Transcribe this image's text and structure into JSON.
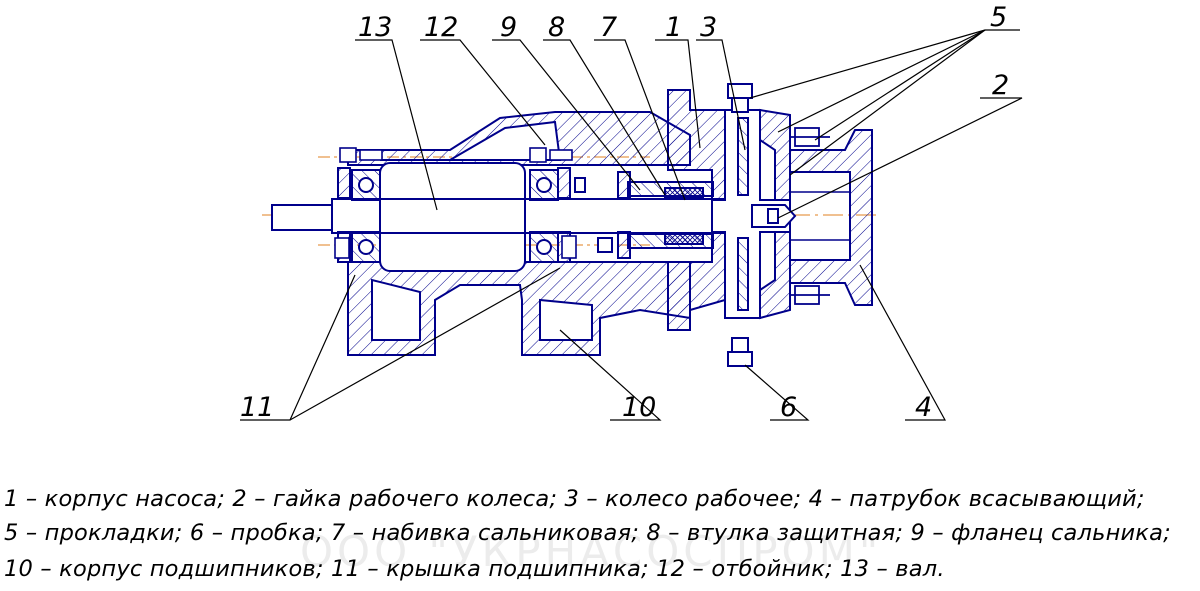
{
  "colors": {
    "outline": "#00008B",
    "hatch": "#00008B",
    "axis": "#E08020",
    "leader": "#000000"
  },
  "callouts": [
    "1",
    "2",
    "3",
    "4",
    "5",
    "6",
    "7",
    "8",
    "9",
    "10",
    "11",
    "12",
    "13"
  ],
  "legend": {
    "line1": "1 – корпус насоса; 2 – гайка рабочего колеса; 3 – колесо рабочее; 4 – патрубок всасывающий;",
    "line2": "5 – прокладки; 6 – пробка; 7 – набивка сальниковая; 8 – втулка защитная; 9 – фланец сальника;",
    "line3": "10 – корпус подшипников; 11 – крышка подшипника; 12 – отбойник; 13 – вал."
  },
  "watermark": "ООО \"УКРНАСОСПРОМ\""
}
